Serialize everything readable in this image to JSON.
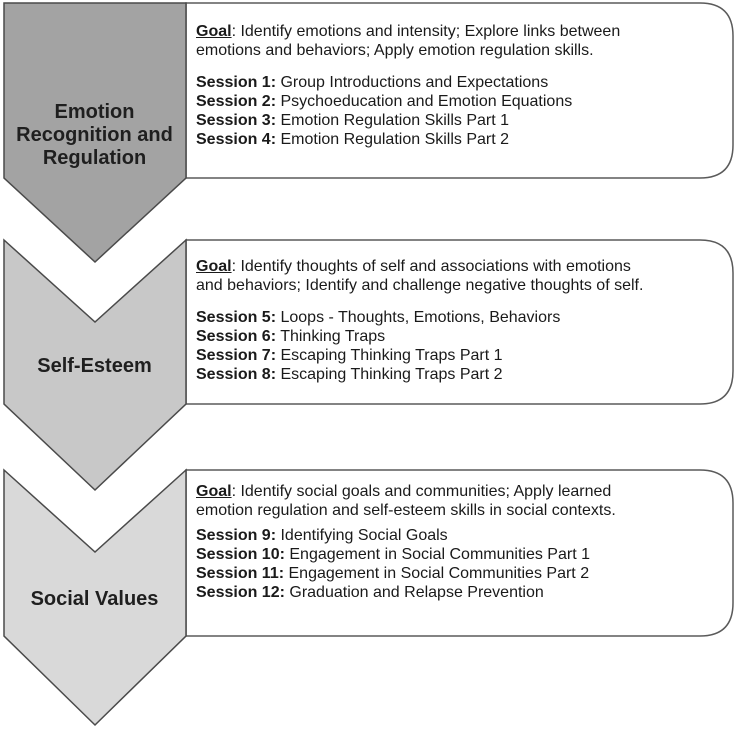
{
  "stages": [
    {
      "title_lines": [
        "Emotion",
        "Recognition and",
        "Regulation"
      ],
      "fill": "#a3a3a3",
      "goal_label": "Goal",
      "goal_lines": [
        ": Identify emotions and intensity; Explore links between",
        "emotions and behaviors; Apply emotion regulation skills."
      ],
      "sessions": [
        {
          "label": "Session 1:",
          "text": " Group Introductions and Expectations"
        },
        {
          "label": "Session 2:",
          "text": " Psychoeducation and Emotion Equations"
        },
        {
          "label": "Session 3:",
          "text": " Emotion Regulation Skills Part 1"
        },
        {
          "label": "Session 4:",
          "text": " Emotion Regulation Skills Part 2"
        }
      ]
    },
    {
      "title_lines": [
        "Self-Esteem"
      ],
      "fill": "#c8c8c8",
      "goal_label": "Goal",
      "goal_lines": [
        ": Identify thoughts of self and associations with emotions",
        "and behaviors; Identify and challenge negative thoughts of self."
      ],
      "sessions": [
        {
          "label": "Session 5:",
          "text": " Loops - Thoughts, Emotions, Behaviors"
        },
        {
          "label": "Session 6:",
          "text": " Thinking Traps"
        },
        {
          "label": "Session 7:",
          "text": " Escaping Thinking Traps Part 1"
        },
        {
          "label": "Session 8:",
          "text": " Escaping Thinking Traps Part 2"
        }
      ]
    },
    {
      "title_lines": [
        "Social Values"
      ],
      "fill": "#d9d9d9",
      "goal_label": "Goal",
      "goal_lines": [
        ": Identify social goals and communities; Apply learned",
        "emotion regulation and self-esteem skills in social contexts."
      ],
      "sessions": [
        {
          "label": "Session 9:",
          "text": " Identifying Social Goals"
        },
        {
          "label": "Session 10:",
          "text": " Engagement in Social Communities Part 1"
        },
        {
          "label": "Session 11:",
          "text": " Engagement in Social Communities Part 2"
        },
        {
          "label": "Session 12:",
          "text": " Graduation and Relapse Prevention"
        }
      ]
    }
  ]
}
